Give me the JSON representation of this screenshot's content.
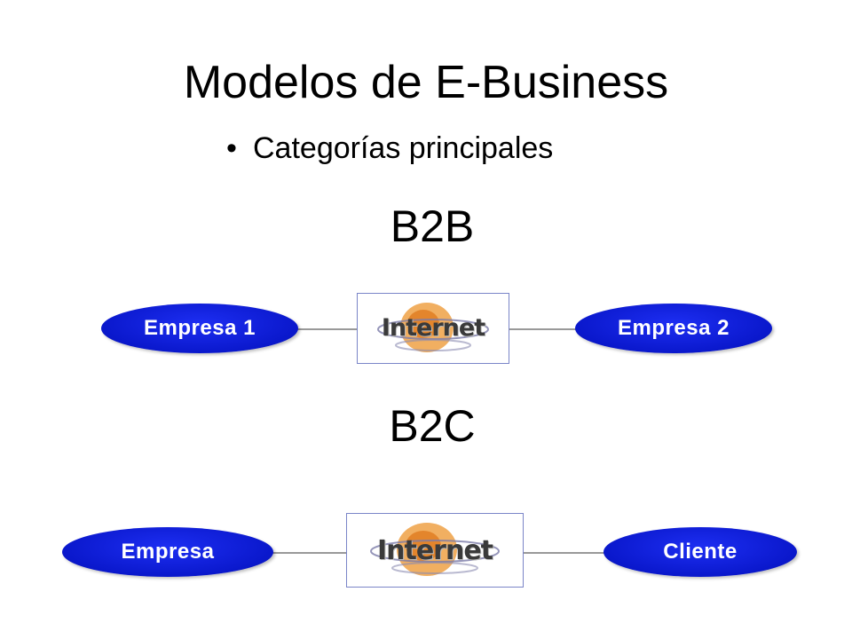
{
  "slide": {
    "title": "Modelos de E-Business",
    "bullet": "Categorías principales"
  },
  "sections": [
    {
      "label": "B2B",
      "left_node": "Empresa 1",
      "hub": "Internet",
      "right_node": "Empresa 2"
    },
    {
      "label": "B2C",
      "left_node": "Empresa",
      "hub": "Internet",
      "right_node": "Cliente"
    }
  ],
  "colors": {
    "node_fill": "#0a18cc",
    "node_text": "#ffffff",
    "connector": "#999999",
    "hub_border": "#7a85c8",
    "globe": "#e07a1f"
  },
  "icons": {
    "hub_icon": "globe-icon"
  }
}
